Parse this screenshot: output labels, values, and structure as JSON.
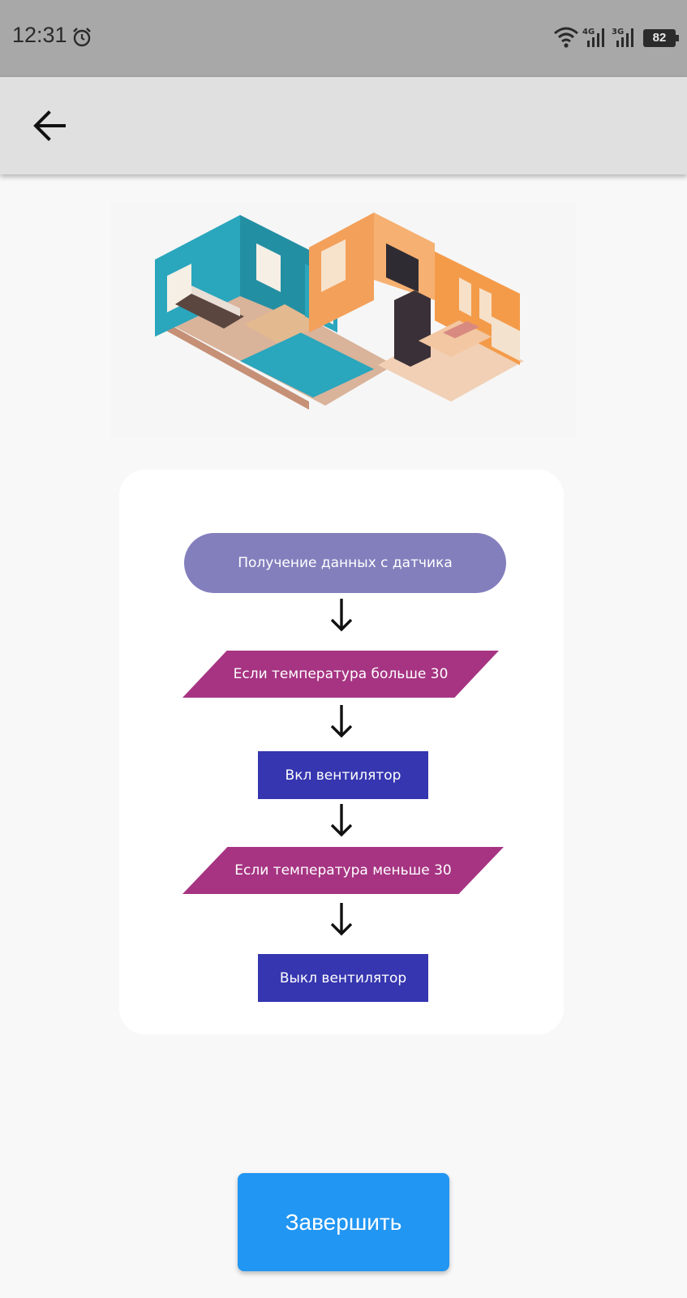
{
  "status_bar": {
    "time": "12:31",
    "battery": "82",
    "network_1": "4G",
    "network_2": "3G",
    "icons": [
      "alarm-icon",
      "wifi-icon",
      "signal-4g-icon",
      "signal-3g-icon",
      "battery-icon"
    ]
  },
  "app_bar": {
    "back_icon": "arrow-left-icon"
  },
  "flowchart": {
    "start": "Получение данных с датчика",
    "condition_1": "Если температура больше 30",
    "action_1": "Вкл вентилятор",
    "condition_2": "Если температура меньше 30",
    "action_2": "Выкл вентилятор",
    "colors": {
      "start": "#837fbd",
      "condition": "#a63482",
      "action": "#3636b0"
    }
  },
  "finish_button": {
    "label": "Завершить",
    "color": "#2196f3"
  }
}
